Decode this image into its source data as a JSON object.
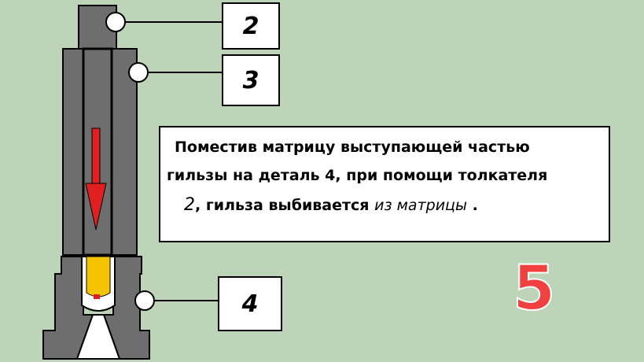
{
  "labels": {
    "pusher": "2",
    "matrix": "3",
    "part": "4"
  },
  "description": {
    "line1": "Поместив матрицу выступающей частью",
    "line2": "гильзы на деталь 4, при помощи толкателя",
    "line3_num": "2",
    "line3_sep": ",",
    "line3_text": "гильза выбивается",
    "line3_tail": "из матрицы",
    "line3_end": "."
  },
  "step_number": "5",
  "colors": {
    "background": "#bdd4b8",
    "metal": "#6e6e6e",
    "arrow": "#e02020",
    "cartridge_case": "#f5c400",
    "step_number": "#f04040"
  }
}
